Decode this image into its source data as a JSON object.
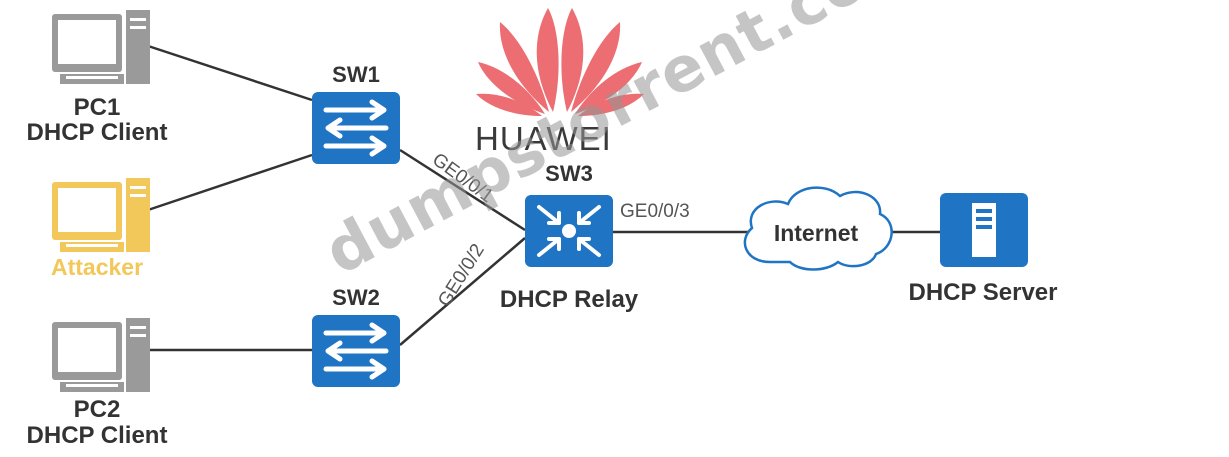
{
  "diagram": {
    "nodes": {
      "pc1": {
        "name": "PC1",
        "role": "DHCP Client"
      },
      "attacker": {
        "name": "Attacker"
      },
      "pc2": {
        "name": "PC2",
        "role": "DHCP Client"
      },
      "sw1": {
        "name": "SW1"
      },
      "sw2": {
        "name": "SW2"
      },
      "sw3": {
        "name": "SW3",
        "role": "DHCP Relay"
      },
      "internet": {
        "name": "Internet"
      },
      "dhcp_server": {
        "name": "DHCP Server"
      }
    },
    "ports": {
      "sw3_sw1": "GE0/0/1",
      "sw3_sw2": "GE0/0/2",
      "sw3_internet": "GE0/0/3"
    },
    "links": [
      [
        "pc1",
        "sw1"
      ],
      [
        "attacker",
        "sw1"
      ],
      [
        "pc2",
        "sw2"
      ],
      [
        "sw1",
        "sw3"
      ],
      [
        "sw2",
        "sw3"
      ],
      [
        "sw3",
        "internet"
      ],
      [
        "internet",
        "dhcp_server"
      ]
    ]
  },
  "logo": {
    "brand": "HUAWEI"
  },
  "watermark": {
    "text": "dumpstorrent.com"
  },
  "colors": {
    "device_blue": "#1f74c4",
    "attacker": "#f3c85a",
    "pc_gray": "#9a9a9a",
    "logo_red": "#e8494f",
    "link": "#333333"
  },
  "icons": {
    "pc": "computer-icon",
    "switch": "switch-icon",
    "router": "l3-switch-icon",
    "cloud": "cloud-icon",
    "server": "server-icon"
  }
}
